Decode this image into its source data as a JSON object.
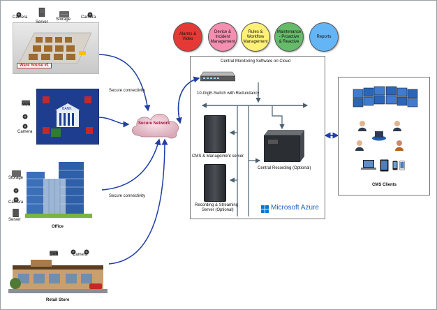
{
  "colors": {
    "alarms": "#e53935",
    "incident": "#f48fb1",
    "rules": "#fff176",
    "maintenance": "#66bb6a",
    "reports": "#64b5f6",
    "arrow_blue": "#1f3fa6",
    "bus": "#4a6070"
  },
  "sites": {
    "warehouse": {
      "camera_left": "Camera",
      "server": "Server",
      "storage": "Storage",
      "camera_right": "Camera",
      "badge": "Ware house #1"
    },
    "bank": {
      "nvr": "NVR",
      "camera": "Camera",
      "sign": "BANK"
    },
    "office": {
      "storage": "Storage",
      "camera": "Camera",
      "server": "Server",
      "title": "Office"
    },
    "retail": {
      "dvr": "DVR",
      "camera": "Camera",
      "title": "Retail Store"
    }
  },
  "links": {
    "secure_top": "Secure connectivity",
    "secure_bottom": "Secure connectivity",
    "cloud": "Secure Network"
  },
  "functions": [
    {
      "line1": "Alarms &",
      "line2": "Video",
      "line3": ""
    },
    {
      "line1": "Device &",
      "line2": "Incident",
      "line3": "Management"
    },
    {
      "line1": "Rules &",
      "line2": "Workflow",
      "line3": "Management"
    },
    {
      "line1": "Maintenance",
      "line2": "- Proactive",
      "line3": "& Reactive"
    },
    {
      "line1": "Reports",
      "line2": "",
      "line3": ""
    }
  ],
  "cloud_panel": {
    "title": "Central Monitoring Software on Cloud",
    "switch": "10-GigE-Switch with Redundancy",
    "cms_server": "CMS & Management server",
    "central_recording": "Central Recording (Optional)",
    "rec_line1": "Recording & Streaming",
    "rec_line2": "Server (Optional)",
    "azure": "Microsoft Azure"
  },
  "clients": {
    "title": "CMS Clients"
  },
  "icons": [
    "camera-icon",
    "server-icon",
    "storage-icon",
    "nvr-icon",
    "dvr-icon",
    "cloud-icon",
    "switch-icon",
    "azure-logo-icon",
    "user-icon",
    "laptop-icon",
    "tablet-icon",
    "phone-icon",
    "video-wall-icon"
  ]
}
